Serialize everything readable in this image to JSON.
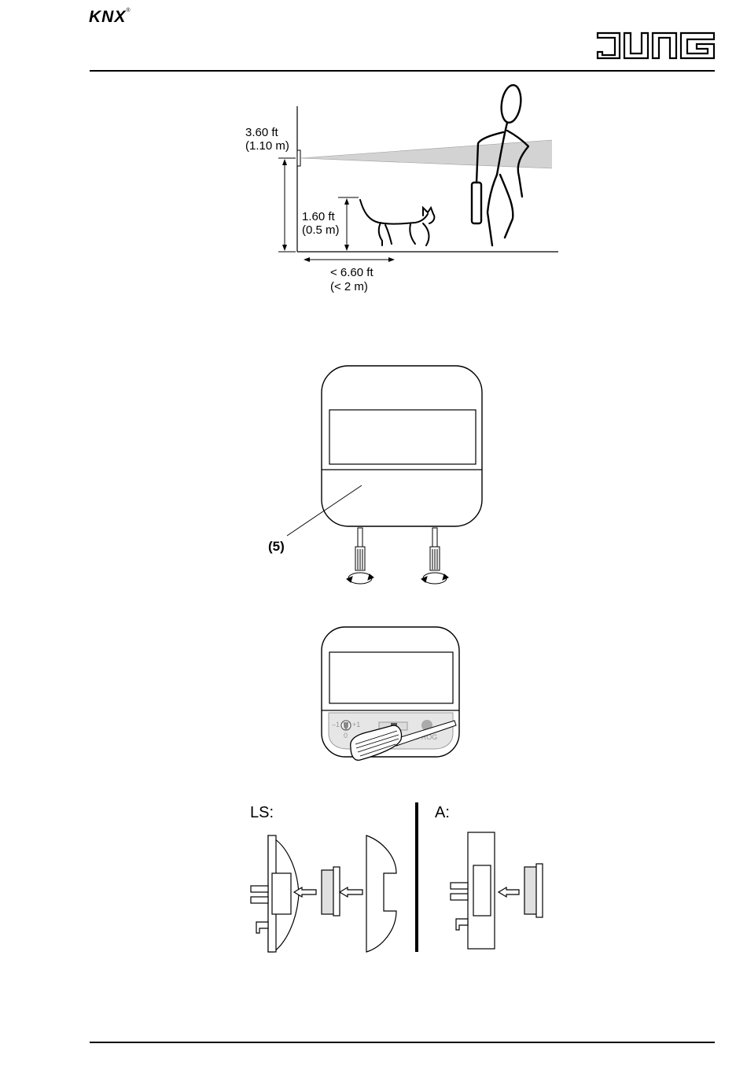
{
  "header": {
    "knx_logo": "KNX",
    "brand_logo": "JUNG"
  },
  "figure1": {
    "sensor_height_ft": "3.60 ft",
    "sensor_height_m": "(1.10 m)",
    "pet_height_ft": "1.60 ft",
    "pet_height_m": "(0.5 m)",
    "distance_ft": "< 6.60 ft",
    "distance_m": "(< 2 m)"
  },
  "figure2": {
    "callout": "(5)"
  },
  "figure3": {
    "scale_minus": "–1",
    "scale_plus": "+1",
    "scale_zero": "0",
    "prog_label": "PROG"
  },
  "figure4": {
    "left_title": "LS:",
    "right_title": "A:"
  }
}
